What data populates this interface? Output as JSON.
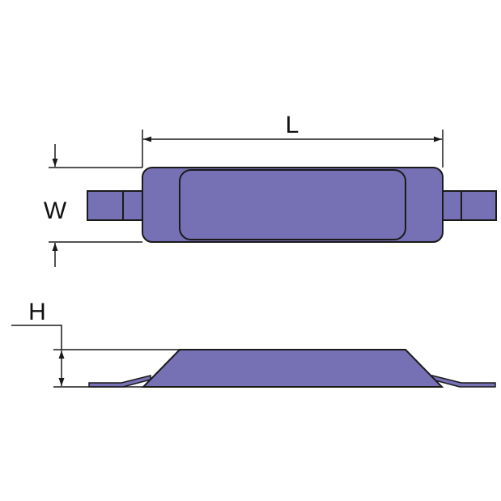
{
  "colors": {
    "body_fill": "#7670b4",
    "outline": "#1a1a1a",
    "background": "#ffffff"
  },
  "labels": {
    "length": "L",
    "width": "W",
    "height": "H"
  }
}
